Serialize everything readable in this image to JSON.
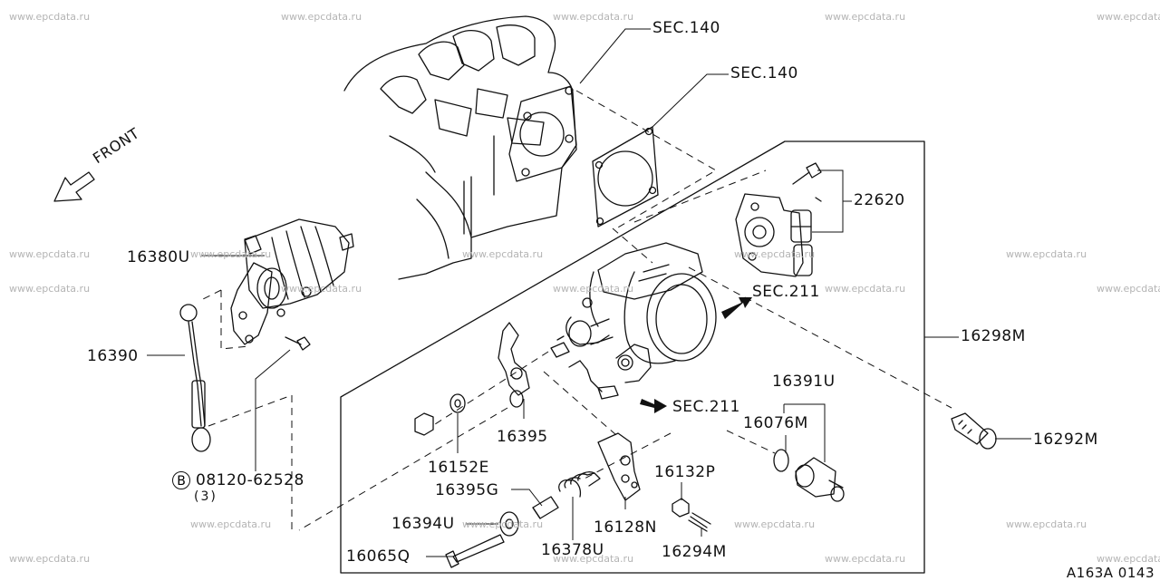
{
  "front_label": "FRONT",
  "bolt_symbol": "B",
  "diagram_code": "A163A 0143",
  "watermark": "www.epcdata.ru",
  "parts": {
    "sec140_a": "SEC.140",
    "sec140_b": "SEC.140",
    "p22620": "22620",
    "sec211_a": "SEC.211",
    "sec211_b": "SEC.211",
    "p16298m": "16298M",
    "p16391u": "16391U",
    "p16076m": "16076M",
    "p16292m": "16292M",
    "p16380u": "16380U",
    "p16390": "16390",
    "p08120": "08120-62528",
    "p08120_qty": "(3)",
    "p16395": "16395",
    "p16152e": "16152E",
    "p16395g": "16395G",
    "p16394u": "16394U",
    "p16065q": "16065Q",
    "p16378u": "16378U",
    "p16128n": "16128N",
    "p16132p": "16132P",
    "p16294m": "16294M"
  }
}
